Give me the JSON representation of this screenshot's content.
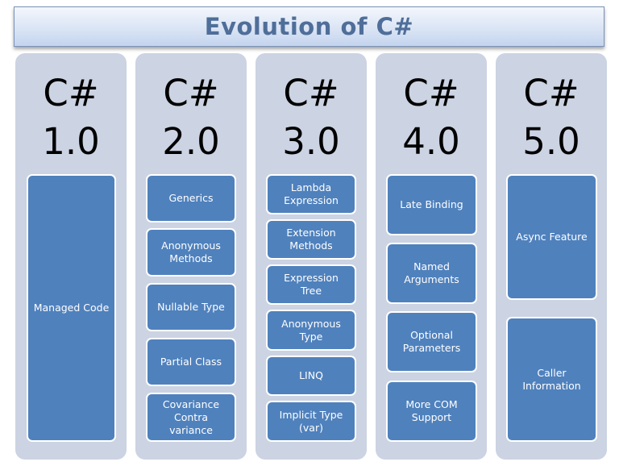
{
  "title": "Evolution of C#",
  "columns": [
    {
      "lang": "C#",
      "version": "1.0",
      "features": [
        "Managed Code"
      ]
    },
    {
      "lang": "C#",
      "version": "2.0",
      "features": [
        "Generics",
        "Anonymous\nMethods",
        "Nullable Type",
        "Partial Class",
        "Covariance\nContra variance"
      ]
    },
    {
      "lang": "C#",
      "version": "3.0",
      "features": [
        "Lambda\nExpression",
        "Extension\nMethods",
        "Expression Tree",
        "Anonymous\nType",
        "LINQ",
        "Implicit Type\n(var)"
      ]
    },
    {
      "lang": "C#",
      "version": "4.0",
      "features": [
        "Late Binding",
        "Named\nArguments",
        "Optional\nParameters",
        "More COM\nSupport"
      ]
    },
    {
      "lang": "C#",
      "version": "5.0",
      "features": [
        "Async Feature",
        "Caller\nInformation"
      ]
    }
  ],
  "colors": {
    "box_fill": "#4f81bd",
    "column_fill": "#ccd3e2",
    "title_text": "#4f6e99"
  }
}
